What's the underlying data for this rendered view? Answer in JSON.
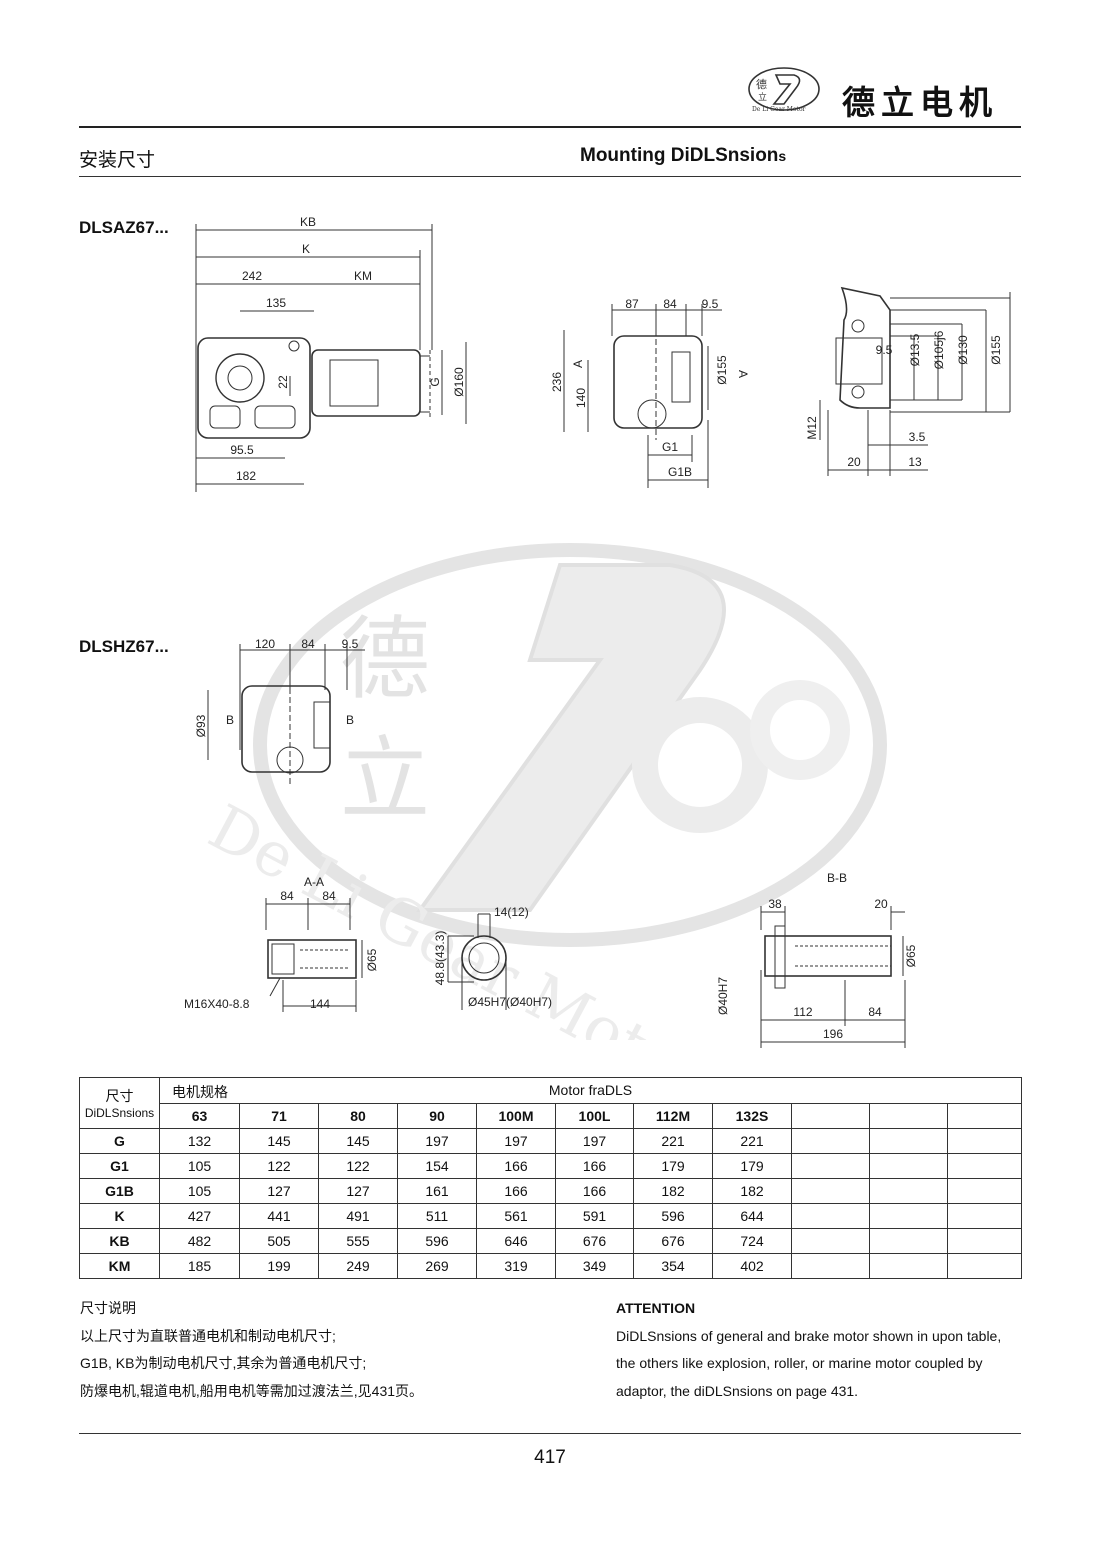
{
  "header": {
    "brand_cn": "德立电机",
    "logo_text": "De Li Gear Motor",
    "logo_chars": "德立"
  },
  "section": {
    "title_cn": "安装尺寸",
    "title_en": "Mounting DiDLSnsion",
    "title_en_suffix": "s"
  },
  "drawing1": {
    "model": "DLSAZ67...",
    "labels": [
      "KB",
      "K",
      "242",
      "KM",
      "135",
      "22",
      "G",
      "Ø160",
      "95.5",
      "182",
      "87",
      "84",
      "9.5",
      "A",
      "A",
      "236",
      "140",
      "Ø155",
      "G1",
      "G1B",
      "9.5",
      "Ø13.5",
      "Ø105j6",
      "Ø130",
      "Ø155",
      "M12",
      "3.5",
      "20",
      "13"
    ]
  },
  "drawing2": {
    "model": "DLSHZ67...",
    "labels": [
      "120",
      "84",
      "9.5",
      "Ø93",
      "B",
      "B"
    ]
  },
  "section_aa": {
    "title": "A-A",
    "labels": [
      "84",
      "84",
      "Ø65",
      "M16X40-8.8",
      "144"
    ]
  },
  "keyway": {
    "labels": [
      "14(12)",
      "48.8(43.3)",
      "Ø45H7(Ø40H7)"
    ]
  },
  "section_bb": {
    "title": "B-B",
    "labels": [
      "38",
      "20",
      "Ø65",
      "Ø40H7",
      "112",
      "84",
      "196"
    ]
  },
  "watermark": {
    "chars": [
      "德",
      "立"
    ],
    "text": "De Li Gear Motor"
  },
  "table": {
    "corner_cn": "尺寸",
    "corner_en": "DiDLSnsions",
    "group_cn": "电机规格",
    "group_en": "Motor fraDLS",
    "columns": [
      "63",
      "71",
      "80",
      "90",
      "100M",
      "100L",
      "112M",
      "132S",
      "",
      "",
      ""
    ],
    "rows": [
      {
        "label": "G",
        "values": [
          "132",
          "145",
          "145",
          "197",
          "197",
          "197",
          "221",
          "221",
          "",
          "",
          ""
        ]
      },
      {
        "label": "G1",
        "values": [
          "105",
          "122",
          "122",
          "154",
          "166",
          "166",
          "179",
          "179",
          "",
          "",
          ""
        ]
      },
      {
        "label": "G1B",
        "values": [
          "105",
          "127",
          "127",
          "161",
          "166",
          "166",
          "182",
          "182",
          "",
          "",
          ""
        ]
      },
      {
        "label": "K",
        "values": [
          "427",
          "441",
          "491",
          "511",
          "561",
          "591",
          "596",
          "644",
          "",
          "",
          ""
        ]
      },
      {
        "label": "KB",
        "values": [
          "482",
          "505",
          "555",
          "596",
          "646",
          "676",
          "676",
          "724",
          "",
          "",
          ""
        ]
      },
      {
        "label": "KM",
        "values": [
          "185",
          "199",
          "249",
          "269",
          "319",
          "349",
          "354",
          "402",
          "",
          "",
          ""
        ]
      }
    ]
  },
  "notes_cn": {
    "title": "尺寸说明",
    "lines": [
      "以上尺寸为直联普通电机和制动电机尺寸;",
      "G1B, KB为制动电机尺寸,其余为普通电机尺寸;",
      "防爆电机,辊道电机,船用电机等需加过渡法兰,见431页。"
    ]
  },
  "notes_en": {
    "title": "ATTENTION",
    "lines": [
      "DiDLSnsions of general and brake motor shown in upon table,",
      "the others like explosion, roller, or marine motor coupled by",
      "adaptor, the diDLSnsions on page 431."
    ]
  },
  "page_number": "417"
}
